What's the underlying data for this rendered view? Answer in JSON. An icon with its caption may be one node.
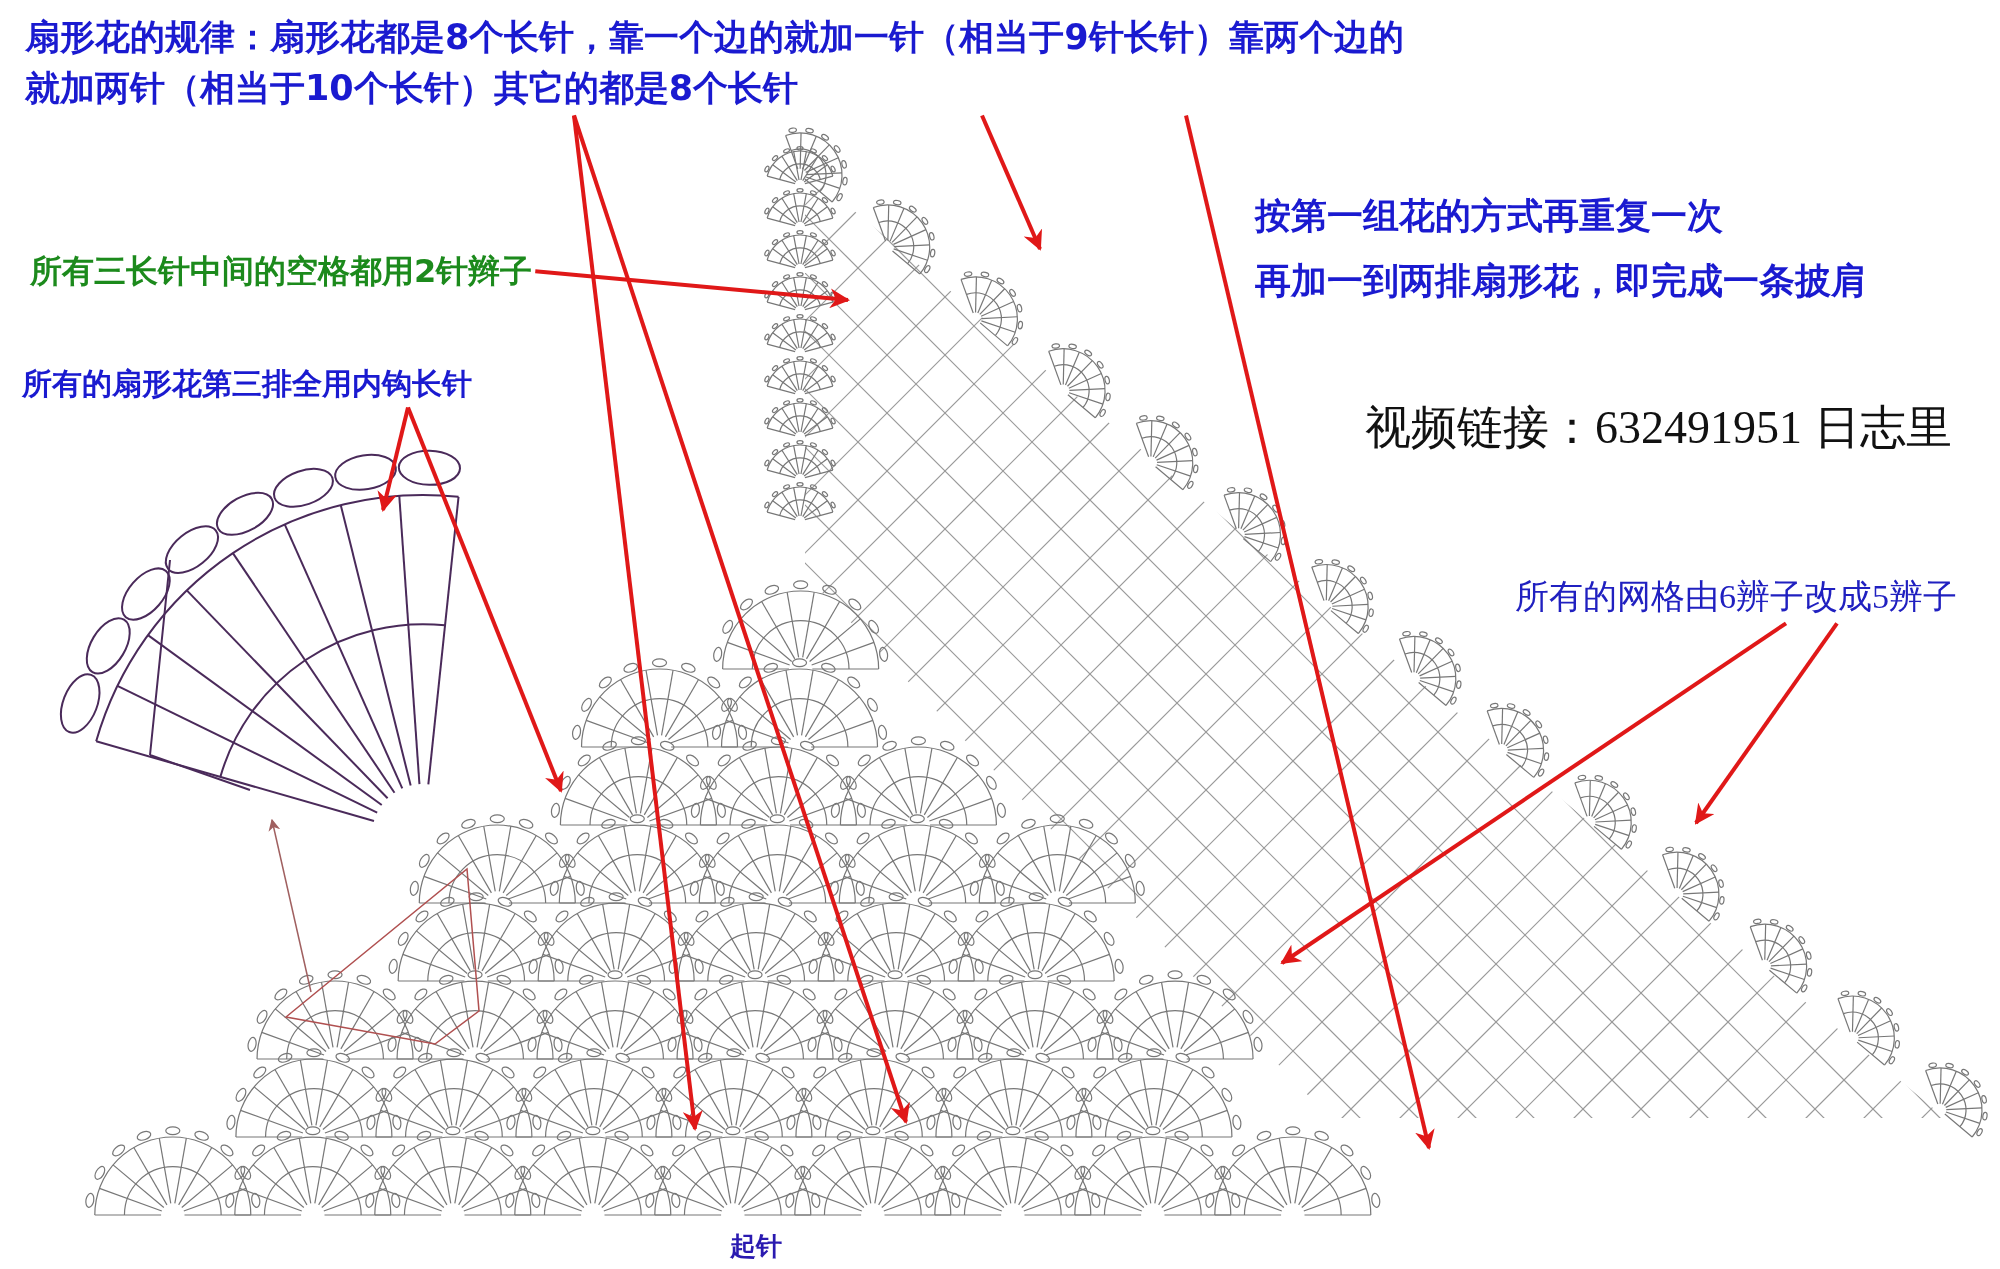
{
  "diagram": {
    "nodes": [
      {
        "text": [
          "扇形花的规律：扇形花都是8个长针，靠一个边的就加一针（相当于9针长针）靠两个边的就加两针（相当于10个长针）其它的都是8个长针"
        ]
      },
      {
        "text": [
          "所有三长针中间的空格都用2针辫子"
        ]
      },
      {
        "text": [
          "所有的扇形花第三排全用内钩长针"
        ]
      },
      {
        "text": [
          "所有的网格由6辨子改成5辨子"
        ]
      }
    ],
    "edges": [
      {
        "from": 0,
        "to": null,
        "arrow": "to"
      },
      {
        "from": 0,
        "to": null,
        "arrow": "to"
      },
      {
        "from": 0,
        "to": null,
        "arrow": "to"
      },
      {
        "from": 0,
        "to": null,
        "arrow": "to"
      },
      {
        "from": 1,
        "to": null,
        "arrow": "to"
      },
      {
        "from": 2,
        "to": null,
        "arrow": "to"
      },
      {
        "from": 2,
        "to": null,
        "arrow": "to"
      },
      {
        "from": 3,
        "to": null,
        "arrow": "to"
      },
      {
        "from": 3,
        "to": null,
        "arrow": "to"
      }
    ],
    "labels": [
      "按第一组花的方式再重复一次",
      "再加一到两排扇形花，即完成一条披肩",
      "视频链接：632491951 日志里",
      "起针"
    ]
  }
}
